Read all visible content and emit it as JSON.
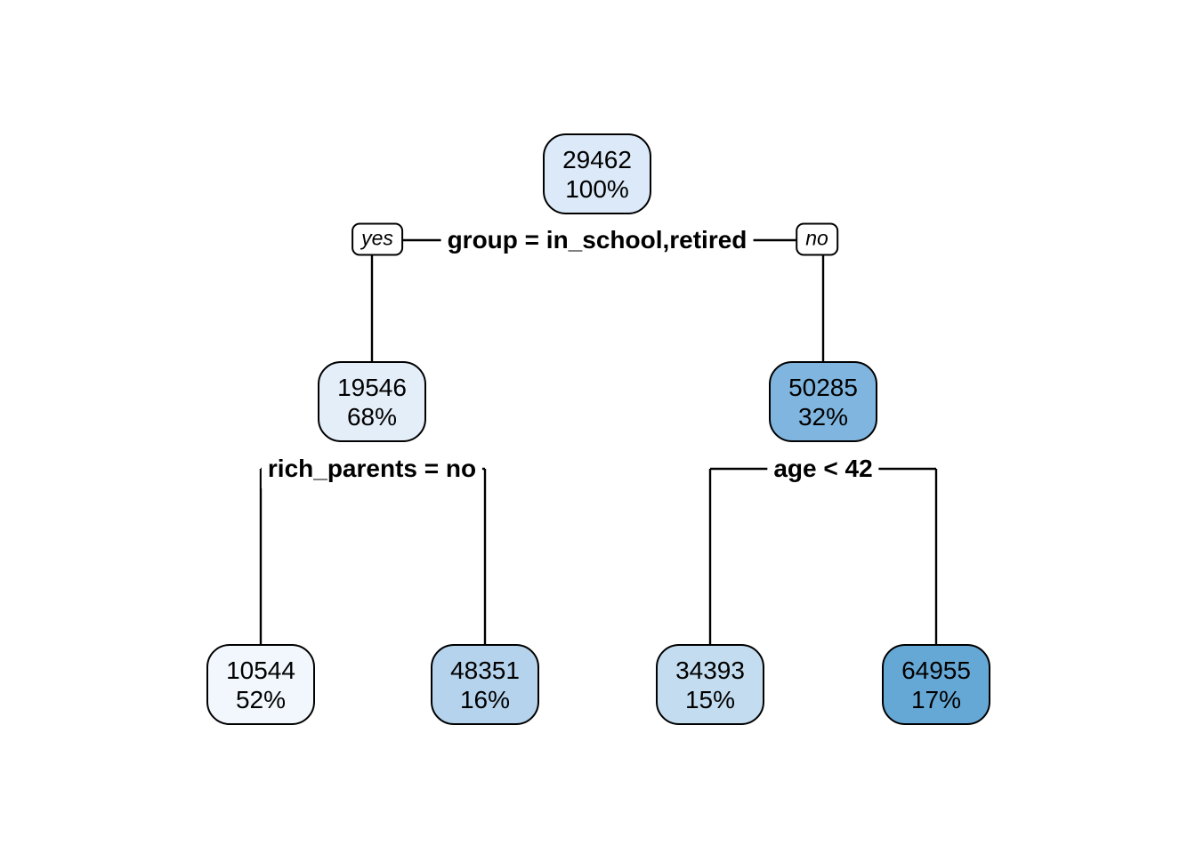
{
  "plot": {
    "background": "#ffffff",
    "line_color": "#000000",
    "border_color": "#000000"
  },
  "branch_labels": {
    "yes": "yes",
    "no": "no"
  },
  "tree": {
    "node": {
      "value": "29462",
      "percent": "100%",
      "fill": "#DBE9F8"
    },
    "split": "group = in_school,retired",
    "left": {
      "node": {
        "value": "19546",
        "percent": "68%",
        "fill": "#E4EEF9"
      },
      "split": "rich_parents = no",
      "left": {
        "node": {
          "value": "10544",
          "percent": "52%",
          "fill": "#F1F7FC"
        }
      },
      "right": {
        "node": {
          "value": "48351",
          "percent": "16%",
          "fill": "#B5D3EC"
        }
      }
    },
    "right": {
      "node": {
        "value": "50285",
        "percent": "32%",
        "fill": "#7FB5DE"
      },
      "split": "age < 42",
      "left": {
        "node": {
          "value": "34393",
          "percent": "15%",
          "fill": "#C3DCF0"
        }
      },
      "right": {
        "node": {
          "value": "64955",
          "percent": "17%",
          "fill": "#66A8D5"
        }
      }
    }
  }
}
